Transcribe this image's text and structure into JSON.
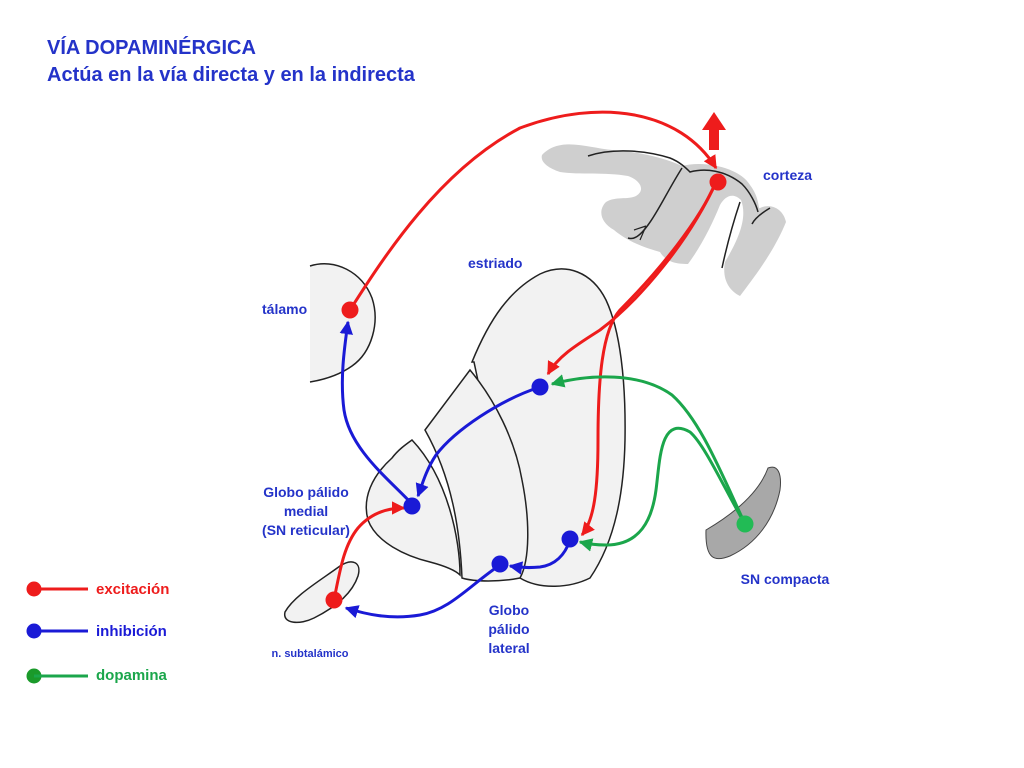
{
  "title": {
    "line1": "VÍA DOPAMINÉRGICA",
    "line2": "Actúa en la vía directa y en la indirecta"
  },
  "labels": {
    "corteza": "corteza",
    "estriado": "estriado",
    "talamo": "tálamo",
    "gp_medial_1": "Globo pálido",
    "gp_medial_2": "medial",
    "gp_medial_3": "(SN reticular)",
    "sn_compacta": "SN compacta",
    "gp_lateral_1": "Globo",
    "gp_lateral_2": "pálido",
    "gp_lateral_3": "lateral",
    "subtalamico": "n. subtalámico"
  },
  "legend": [
    {
      "label": "excitación",
      "color": "#ee1c1c"
    },
    {
      "label": "inhibición",
      "color": "#1a1ad6"
    },
    {
      "label": "dopamina",
      "color": "#1ba64b"
    }
  ],
  "colors": {
    "excitation": "#ee1c1c",
    "inhibition": "#1a1ad6",
    "dopamine": "#1ba64b",
    "dopamine_node": "#22bb55",
    "legend_dopamine_dot": "#1a9a2a",
    "label_text": "#2433c9",
    "cortex_fill": "#cfcfcf",
    "nucleus_fill": "#f2f2f2",
    "sn_compacta_fill": "#a8a8a8"
  }
}
